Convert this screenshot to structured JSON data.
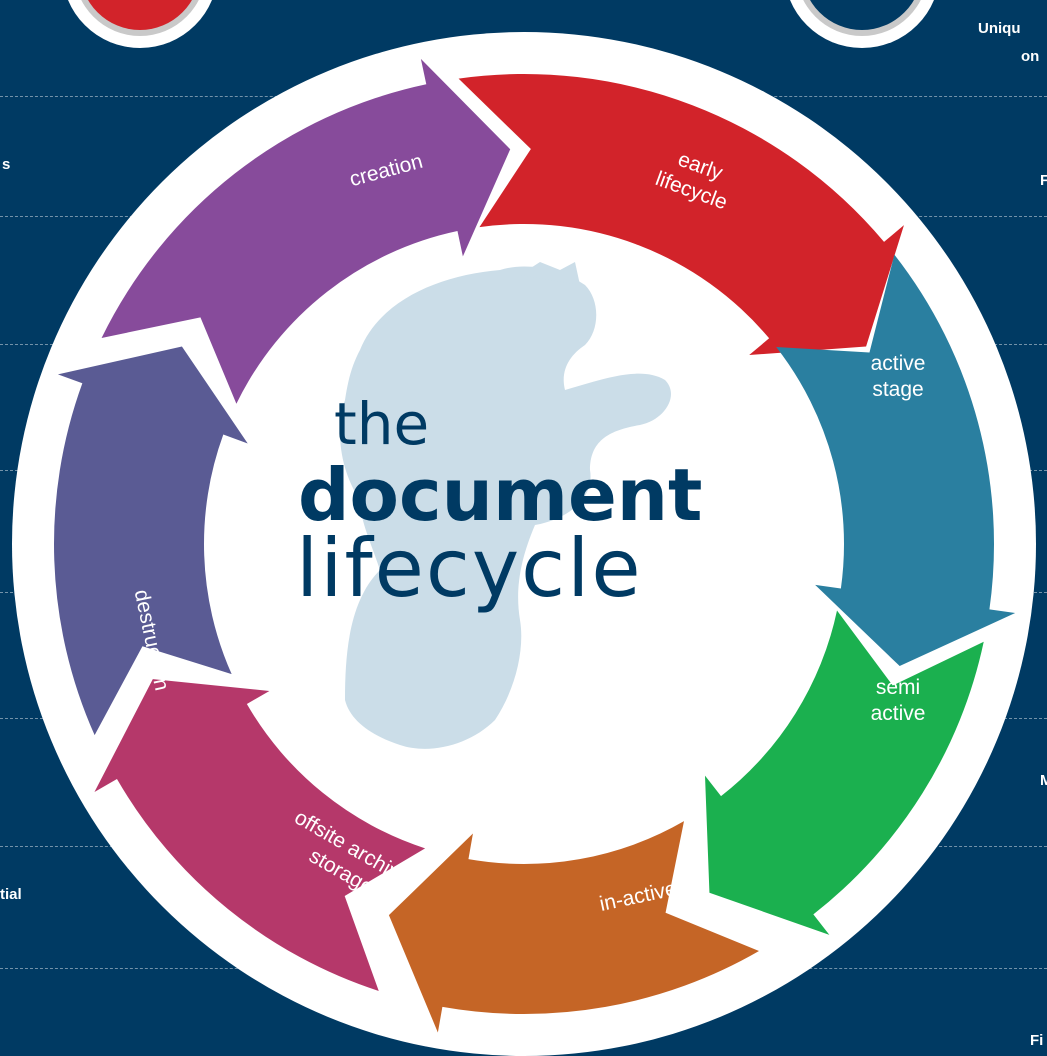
{
  "title": {
    "the": "the",
    "document": "document",
    "lifecycle": "lifecycle"
  },
  "stages": [
    {
      "id": "creation",
      "lines": [
        "creation"
      ],
      "color": "#874b9b"
    },
    {
      "id": "early",
      "lines": [
        "early",
        "lifecycle"
      ],
      "color": "#d2232a"
    },
    {
      "id": "active",
      "lines": [
        "active",
        "stage"
      ],
      "color": "#2a7fa0"
    },
    {
      "id": "semi",
      "lines": [
        "semi",
        "active"
      ],
      "color": "#1bb04f"
    },
    {
      "id": "inactive",
      "lines": [
        "in-active"
      ],
      "color": "#c56526"
    },
    {
      "id": "offsite",
      "lines": [
        "offsite archival",
        "storage"
      ],
      "color": "#b5386a"
    },
    {
      "id": "destruction",
      "lines": [
        "destruction"
      ],
      "color": "#5a5b94"
    }
  ],
  "side_text": {
    "left_1": "s",
    "left_2": "tial",
    "right_1": "Uniqu",
    "right_2": "on",
    "right_3": "F",
    "right_4": "M",
    "right_5": "Fi"
  },
  "colors": {
    "background": "#003a63",
    "badge_left": "#d2232a",
    "badge_right": "#003a63",
    "lion": "#cbdde8"
  }
}
